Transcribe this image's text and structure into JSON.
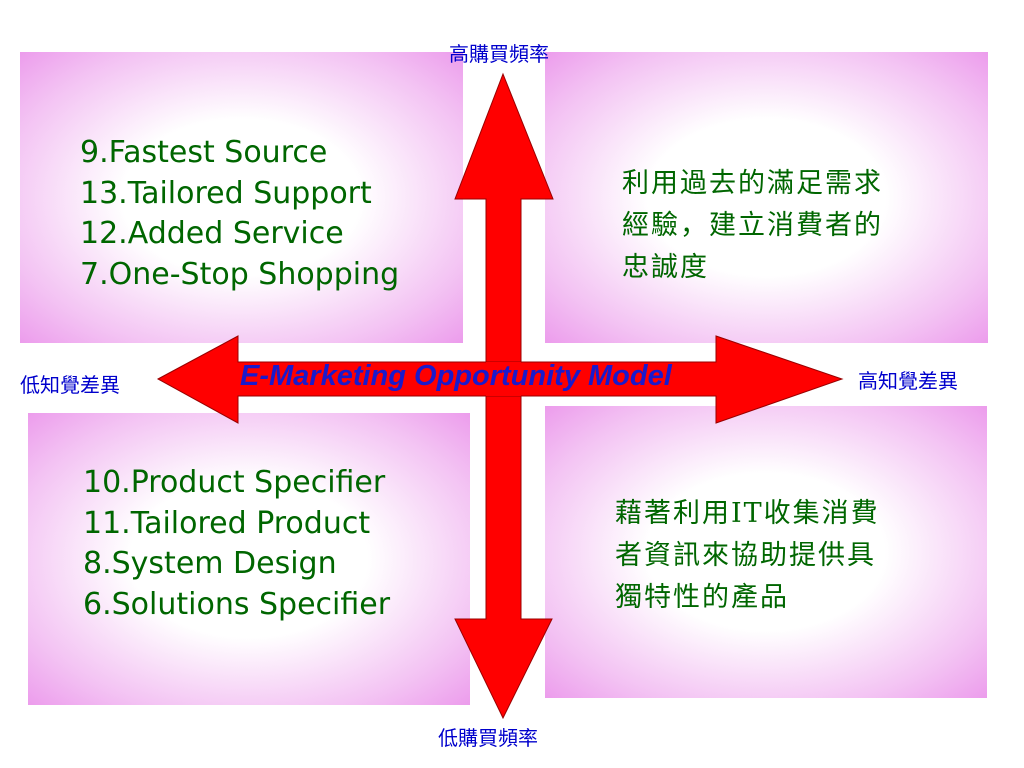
{
  "axes": {
    "top": "高購買頻率",
    "bottom": "低購買頻率",
    "left": "低知覺差異",
    "right": "高知覺差異"
  },
  "model_title": "E-Marketing Opportunity Model",
  "quadrants": {
    "top_left": {
      "items": [
        "9.Fastest Source",
        "13.Tailored Support",
        "12.Added Service",
        "7.One-Stop Shopping"
      ]
    },
    "top_right": {
      "lines": [
        "利用過去的滿足需求",
        "經驗，建立消費者的",
        "忠誠度"
      ]
    },
    "bottom_left": {
      "items": [
        "10.Product Specifier",
        "11.Tailored Product",
        "8.System Design",
        "6.Solutions Specifier"
      ]
    },
    "bottom_right": {
      "lines": [
        "藉著利用IT收集消費",
        "者資訊來協助提供具",
        "獨特性的產品"
      ]
    }
  },
  "colors": {
    "arrow": "#ff0000",
    "axis_label": "#0000cc",
    "title": "#1a1acc",
    "body_text": "#006600",
    "quadrant_edge": "#ec9cec"
  }
}
